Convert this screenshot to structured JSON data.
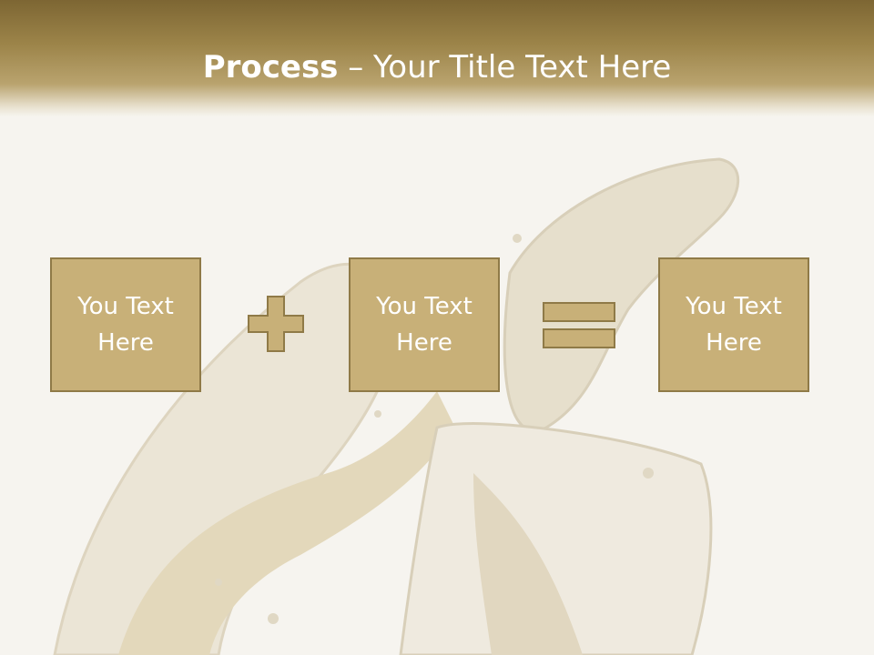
{
  "slide": {
    "title_bold": "Process",
    "title_rest": " – Your Title Text Here",
    "boxes": [
      {
        "text": "You Text Here"
      },
      {
        "text": "You Text Here"
      },
      {
        "text": "You Text Here"
      }
    ],
    "operators": [
      "plus",
      "equals"
    ]
  },
  "colors": {
    "header_dark": "#7d6633",
    "box_fill": "#c8b078",
    "box_border": "#8f7a47",
    "background": "#f6f4ef",
    "text": "#ffffff"
  }
}
